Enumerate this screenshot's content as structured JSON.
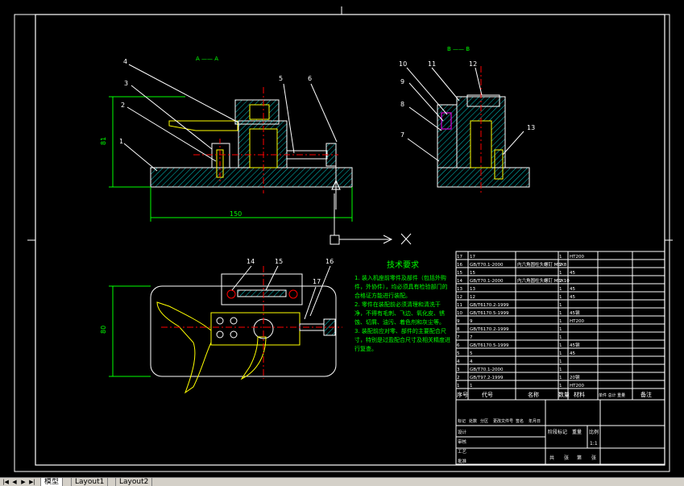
{
  "views": {
    "section_a_label": "A —— A",
    "section_b_label": "B —— B",
    "dim_height": "81",
    "dim_length": "150",
    "dim_width": "80"
  },
  "part_callouts": [
    "1",
    "2",
    "3",
    "4",
    "5",
    "6",
    "7",
    "8",
    "9",
    "10",
    "11",
    "12",
    "13",
    "14",
    "15",
    "16",
    "17"
  ],
  "tech_requirements": {
    "title": "技术要求",
    "items": [
      "1. 装入机座前零件及部件（包括外购件，外协件），均必须具有检验部门的合格证方能进行装配。",
      "2. 零件在装配前必须清理和清洗干净，不得有毛刺、飞边、氧化皮、锈蚀、切屑、油污、着色剂和灰尘等。",
      "3. 装配前应对零、部件的主要配合尺寸，特别是过盈配合尺寸及相关精度进行复查。"
    ]
  },
  "bom": {
    "headers": [
      "序号",
      "代号",
      "名称",
      "数量",
      "材料",
      "单件 总计 重量",
      "备注"
    ],
    "rows": [
      [
        "17",
        "17",
        "",
        "1",
        "HT200",
        ""
      ],
      [
        "16",
        "GB/T70.1-2000",
        "内六角圆柱头螺钉 M6X8",
        "2",
        "",
        ""
      ],
      [
        "15",
        "15",
        "",
        "1",
        "45",
        ""
      ],
      [
        "14",
        "GB/T70.1-2000",
        "内六角圆柱头螺钉 M6X10",
        "2",
        "",
        ""
      ],
      [
        "13",
        "13",
        "",
        "1",
        "45",
        ""
      ],
      [
        "12",
        "12",
        "",
        "1",
        "45",
        ""
      ],
      [
        "11",
        "GB/T6170.2-1999",
        "",
        "1",
        "",
        ""
      ],
      [
        "10",
        "GB/T6170.5-1999",
        "",
        "1",
        "45钢",
        ""
      ],
      [
        "9",
        "9",
        "",
        "1",
        "HT200",
        ""
      ],
      [
        "8",
        "GB/T6170.2-1999",
        "",
        "1",
        "",
        ""
      ],
      [
        "7",
        "7",
        "",
        "1",
        "",
        ""
      ],
      [
        "6",
        "GB/T6170.5-1999",
        "",
        "1",
        "45钢",
        ""
      ],
      [
        "5",
        "5",
        "",
        "1",
        "45",
        ""
      ],
      [
        "4",
        "4",
        "",
        "1",
        "",
        ""
      ],
      [
        "3",
        "GB/T70.1-2000",
        "",
        "1",
        "",
        ""
      ],
      [
        "2",
        "GB/T97.2-1999",
        "",
        "1",
        "20钢",
        ""
      ],
      [
        "1",
        "1",
        "",
        "1",
        "HT200",
        ""
      ]
    ]
  },
  "title_block": {
    "scale": "1:1",
    "row_labels": [
      "标记",
      "处数",
      "分区",
      "更改文件号",
      "签名",
      "年月日"
    ],
    "bottom_labels": [
      "设计",
      "审核",
      "工艺",
      "批准"
    ],
    "stage_labels": [
      "阶段标记",
      "重量",
      "比例"
    ],
    "sheet_labels": [
      "共",
      "张",
      "第",
      "张"
    ]
  },
  "tabs": {
    "nav": [
      "|◀",
      "◀",
      "▶",
      "▶|"
    ],
    "items": [
      "模型",
      "Layout1",
      "Layout2"
    ],
    "active": 0
  },
  "colors": {
    "background": "#000000",
    "line": "#ffffff",
    "hatch": "#00c8c8",
    "center": "#ff0000",
    "dimension": "#00ff00",
    "leader": "#ffffff",
    "highlight": "#ffff00",
    "magenta": "#ff00ff"
  }
}
